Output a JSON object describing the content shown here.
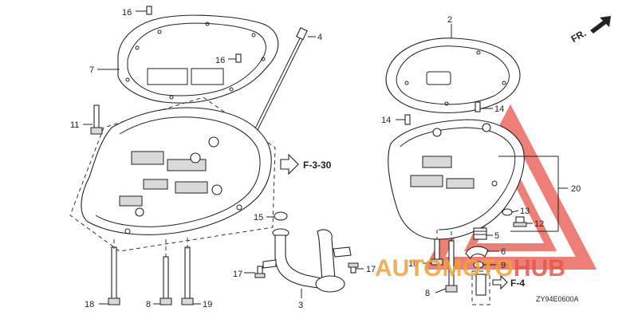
{
  "callouts": {
    "c2": "2",
    "c3": "3",
    "c4": "4",
    "c5": "5",
    "c6": "6",
    "c7": "7",
    "c8a": "8",
    "c8b": "8",
    "c9": "9",
    "c10": "10",
    "c11": "11",
    "c12": "12",
    "c13": "13",
    "c14a": "14",
    "c14b": "14",
    "c15": "15",
    "c16a": "16",
    "c16b": "16",
    "c17a": "17",
    "c17b": "17",
    "c18": "18",
    "c19": "19",
    "c20": "20"
  },
  "references": {
    "ref_f330": "F-3-30",
    "ref_f4": "F-4"
  },
  "orientation_label": "FR.",
  "diagram_code": "ZY94E0600A",
  "watermark": {
    "part1": "AUTO",
    "part2": "MOTO",
    "part3": "HUB"
  },
  "colors": {
    "watermark_red": "#e8554a",
    "watermark_orange": "#f2a23a",
    "line": "#222222"
  }
}
